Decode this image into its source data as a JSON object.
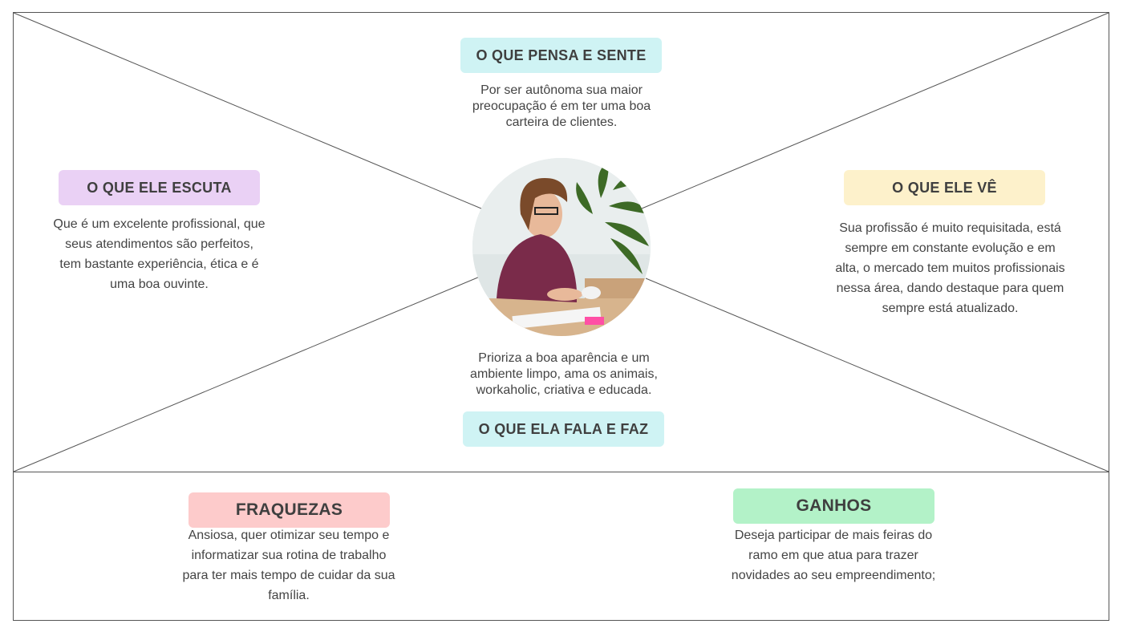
{
  "empathy_map": {
    "think_feel": {
      "title": "O QUE PENSA E SENTE",
      "text": "Por ser autônoma sua maior preocupação é em ter uma boa carteira de clientes.",
      "color": "#cff3f4"
    },
    "hear": {
      "title": "O QUE ELE ESCUTA",
      "text": "Que é um excelente profissional, que seus atendimentos são perfeitos, tem bastante experiência, ética e é uma boa ouvinte.",
      "color": "#ead1f5"
    },
    "see": {
      "title": "O QUE ELE VÊ",
      "text": "Sua profissão é muito requisitada, está sempre em constante evolução e em alta, o mercado tem muitos profissionais nessa área, dando destaque para quem sempre está atualizado.",
      "color": "#fdf1cb"
    },
    "say_do": {
      "title": "O QUE ELA FALA E FAZ",
      "text": "Prioriza a boa aparência e um ambiente limpo, ama os animais, workaholic, criativa e educada.",
      "color": "#cff3f4"
    },
    "pains": {
      "title": "FRAQUEZAS",
      "text": "Ansiosa, quer otimizar seu tempo e informatizar sua rotina de trabalho para ter mais tempo de cuidar da sua família.",
      "color": "#fdcbcb"
    },
    "gains": {
      "title": "GANHOS",
      "text": "Deseja participar de mais feiras do ramo em que atua para trazer novidades ao seu empreendimento;",
      "color": "#b3f2c8"
    }
  }
}
